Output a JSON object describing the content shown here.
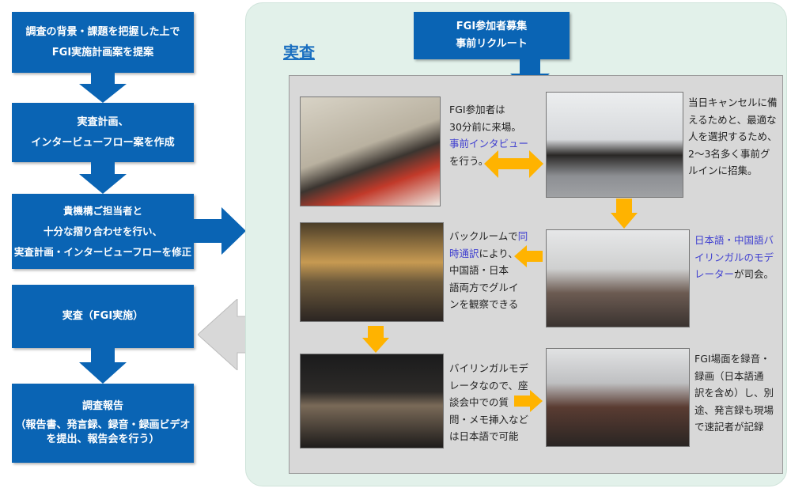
{
  "left_flow": [
    {
      "lines": [
        "調査の背景・課題を把握した上で",
        "FGI実施計画案を提案"
      ]
    },
    {
      "lines": [
        "実査計画、",
        "インタービューフロー案を作成"
      ]
    },
    {
      "lines": [
        "貴機構ご担当者と",
        "十分な摺り合わせを行い、",
        "実査計画・インタービューフローを修正"
      ]
    },
    {
      "lines": [
        "実査（FGI実施）"
      ]
    },
    {
      "lines": [
        "調査報告",
        "（報告書、発言録、録音・録画ビデオ",
        "を提出、報告会を行う）"
      ]
    }
  ],
  "panel": {
    "title": "実査",
    "recruit": [
      "FGI参加者募集",
      "事前リクルート"
    ]
  },
  "steps": {
    "s1": {
      "a": "FGI参加者は\n30分前に来場。\n",
      "b": "事前インタビュー",
      "c": "\nを行う。"
    },
    "s2": {
      "a": "当日キャンセルに備\nえるためと、最適な\n人を選択するため、\n2～3名多く事前グ\nルインに招集。"
    },
    "s3": {
      "a": "バックルームで",
      "b": "同\n時通訳",
      "c": "により、\n中国語・日本\n語両方でグルイ\nンを観察できる"
    },
    "s4": {
      "b": "日本語・中国語バ\nイリンガルのモデ\nレーター",
      "c": "が司会。"
    },
    "s5": {
      "a": "バイリンガルモデ\nレータなので、座\n談会中での質\n問・メモ挿入など\nは日本語で可能"
    },
    "s6": {
      "a": "FGI場面を録音・\n録画（日本語通\n訳を含め）し、別\n途、発言録も現場\nで速記者が記録"
    }
  },
  "colors": {
    "blue": "#0a64b4",
    "orange": "#ffb300",
    "panel": "#e2f1ea",
    "gray": "#d8d8d8"
  }
}
